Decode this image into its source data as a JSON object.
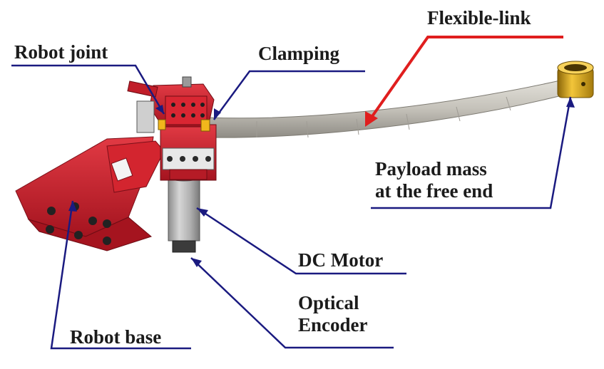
{
  "colors": {
    "callout_lines": "#1a1a80",
    "flexible_link_arrow": "#e01e1e",
    "robot_body": "#c9202e",
    "link_steel": "#c7c4bc",
    "motor_gray": "#b8b8b8",
    "payload_gold": "#d9a514"
  },
  "labels": {
    "robot_joint": "Robot joint",
    "clamping": "Clamping",
    "flexible_link": "Flexible-link",
    "payload_mass": "Payload mass",
    "free_end": "at the free end",
    "dc_motor": "DC Motor",
    "optical": "Optical",
    "encoder": "Encoder",
    "robot_base": "Robot base"
  }
}
